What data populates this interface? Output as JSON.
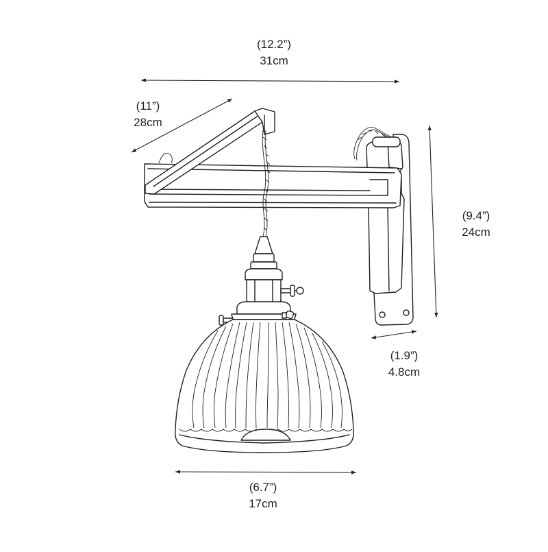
{
  "dimensions": {
    "overall_width": {
      "inches": "(12.2”)",
      "cm": "31cm"
    },
    "arm_length": {
      "inches": "(11”)",
      "cm": "28cm"
    },
    "height": {
      "inches": "(9.4”)",
      "cm": "24cm"
    },
    "backplate_width": {
      "inches": "(1.9”)",
      "cm": "4.8cm"
    },
    "shade_diameter": {
      "inches": "(6.7”)",
      "cm": "17cm"
    }
  },
  "colors": {
    "ink": "#1f1f1f",
    "background": "#ffffff"
  }
}
